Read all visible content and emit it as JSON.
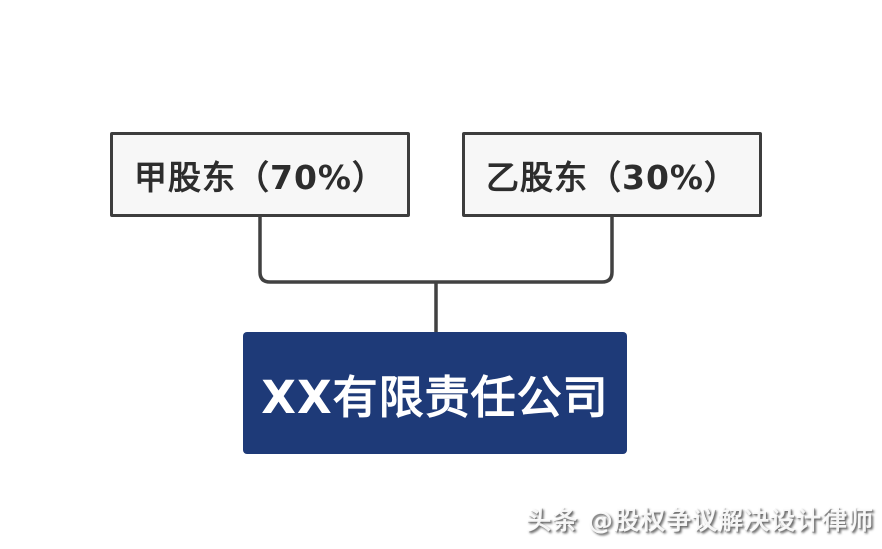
{
  "diagram": {
    "shareholders": [
      {
        "name": "甲股东",
        "share": "70%",
        "label": "甲股东（70%）"
      },
      {
        "name": "乙股东",
        "share": "30%",
        "label": "乙股东（30%）"
      }
    ],
    "company": {
      "label": "XX有限责任公司"
    },
    "colors": {
      "company_bg": "#1e3a78",
      "company_text": "#ffffff",
      "shareholder_bg": "#f7f7f7",
      "shareholder_border": "#3d3d3d",
      "shareholder_text": "#2d2d2d",
      "connector_line": "#414141",
      "canvas_bg": "#ffffff"
    }
  },
  "watermark": {
    "text": "头条 @股权争议解决设计律师"
  }
}
